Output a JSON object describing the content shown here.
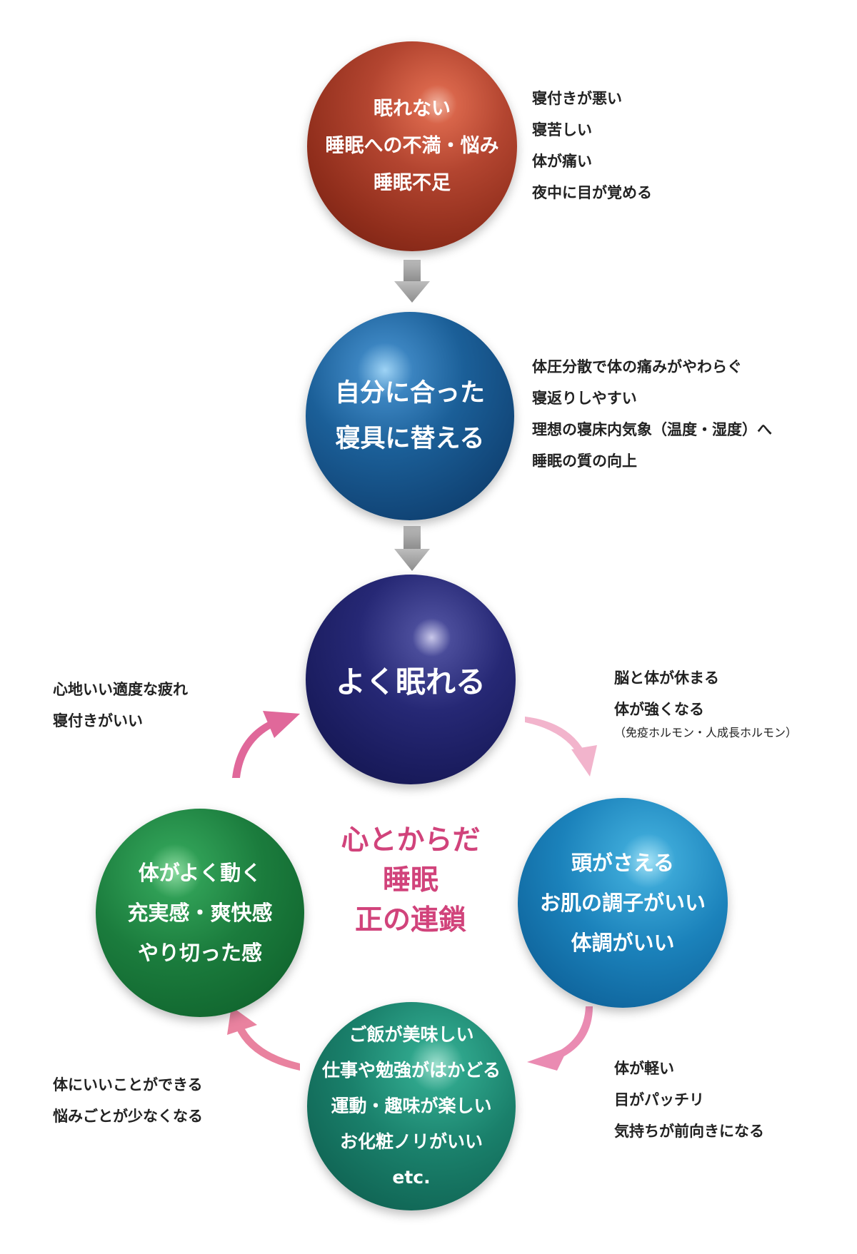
{
  "colors": {
    "accent_pink": "#d1437b",
    "down_arrow": "#8e8e8e",
    "cycle_arrow_strong": "#e0689a",
    "cycle_arrow_light": "#f2b4cc"
  },
  "spheres": {
    "top": {
      "lines": [
        "眠れない",
        "睡眠への不満・悩み",
        "睡眠不足"
      ],
      "color": "#a83c27"
    },
    "middle": {
      "lines": [
        "自分に合った",
        "寝具に替える"
      ],
      "color": "#1b5f98"
    },
    "center": {
      "lines": [
        "よく眠れる"
      ],
      "color": "#1f2168"
    },
    "left": {
      "lines": [
        "体がよく動く",
        "充実感・爽快感",
        "やり切った感"
      ],
      "color": "#1b7c3d"
    },
    "right": {
      "lines": [
        "頭がさえる",
        "お肌の調子がいい",
        "体調がいい"
      ],
      "color": "#1b82bb"
    },
    "bottom": {
      "lines": [
        "ご飯が美味しい",
        "仕事や勉強がはかどる",
        "運動・趣味が楽しい",
        "お化粧ノリがいい",
        "etc."
      ],
      "color": "#1a806b"
    }
  },
  "notes": {
    "top_right": [
      "寝付きが悪い",
      "寝苦しい",
      "体が痛い",
      "夜中に目が覚める"
    ],
    "middle_right": [
      "体圧分散で体の痛みがやわらぐ",
      "寝返りしやすい",
      "理想の寝床内気象（温度・湿度）へ",
      "睡眠の質の向上"
    ],
    "center_right": [
      "脳と体が休まる",
      "体が強くなる"
    ],
    "center_right_sub": "（免疫ホルモン・人成長ホルモン）",
    "center_left": [
      "心地いい適度な疲れ",
      "寝付きがいい"
    ],
    "bottom_left": [
      "体にいいことができる",
      "悩みごとが少なくなる"
    ],
    "bottom_right": [
      "体が軽い",
      "目がパッチリ",
      "気持ちが前向きになる"
    ]
  },
  "center_label": [
    "心とからだ",
    "睡眠",
    "正の連鎖"
  ]
}
